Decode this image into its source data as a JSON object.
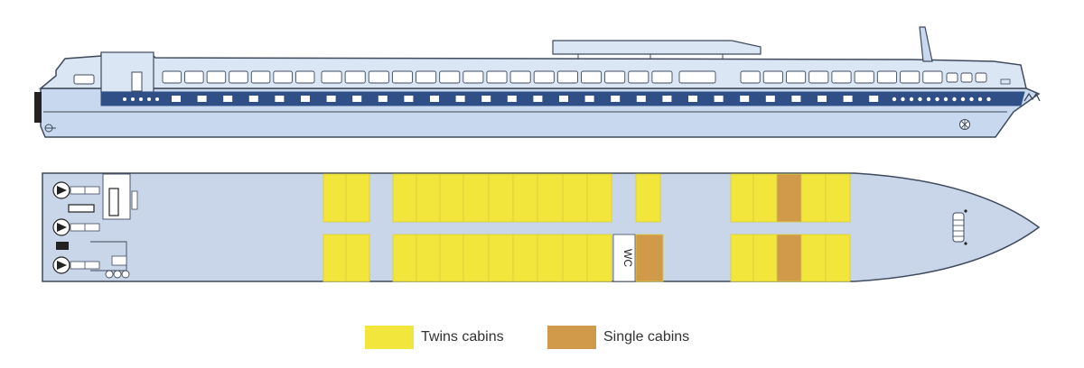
{
  "colors": {
    "hull": "#c8d8ee",
    "hull_light": "#dbe6f5",
    "outline": "#3f4a5c",
    "stripe": "#2f4f86",
    "deck": "#c9d5e8",
    "twin": "#f2e53c",
    "single": "#d19a4a",
    "white": "#ffffff",
    "dark": "#222222"
  },
  "deck_labels": {
    "wc": "WC"
  },
  "legend": [
    {
      "label": "Twins cabins",
      "color": "#f2e53c"
    },
    {
      "label": "Single cabins",
      "color": "#d19a4a"
    }
  ]
}
